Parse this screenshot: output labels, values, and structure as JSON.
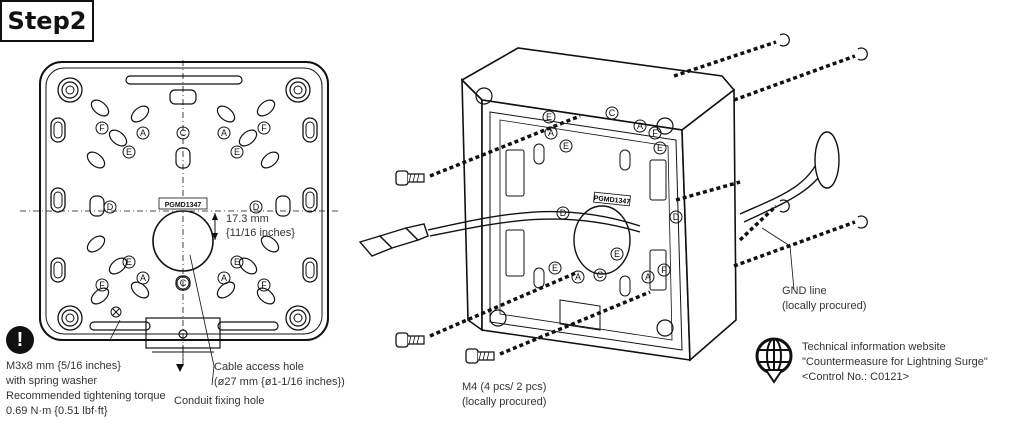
{
  "step": {
    "title": "Step2"
  },
  "front_view": {
    "model_label": "PGMD1347",
    "dimension_text": "17.3 mm",
    "dimension_inches": "{11/16 inches}",
    "hole_letters": [
      "A",
      "B",
      "C",
      "D",
      "E",
      "F"
    ]
  },
  "notes": {
    "screw_line1": "M3x8 mm {5/16 inches}",
    "screw_line2": "with spring washer",
    "screw_line3": "Recommended tightening torque",
    "screw_line4": "0.69 N·m {0.51 lbf·ft}",
    "cable_hole_line1": "Cable access hole",
    "cable_hole_line2": "(ø27 mm {ø1-1/16 inches})",
    "conduit_hole": "Conduit fixing hole",
    "m4_line1": "M4 (4 pcs/ 2 pcs)",
    "m4_line2": "(locally procured)",
    "gnd_line1": "GND line",
    "gnd_line2": "(locally procured)",
    "website_line1": "Technical information website",
    "website_line2": "\"Countermeasure for Lightning Surge\"",
    "website_line3": "<Control No.: C0121>"
  },
  "perspective_view": {
    "model_label": "PGMD1347"
  },
  "icons": {
    "warning": "exclamation-icon",
    "website": "globe-download-icon"
  }
}
